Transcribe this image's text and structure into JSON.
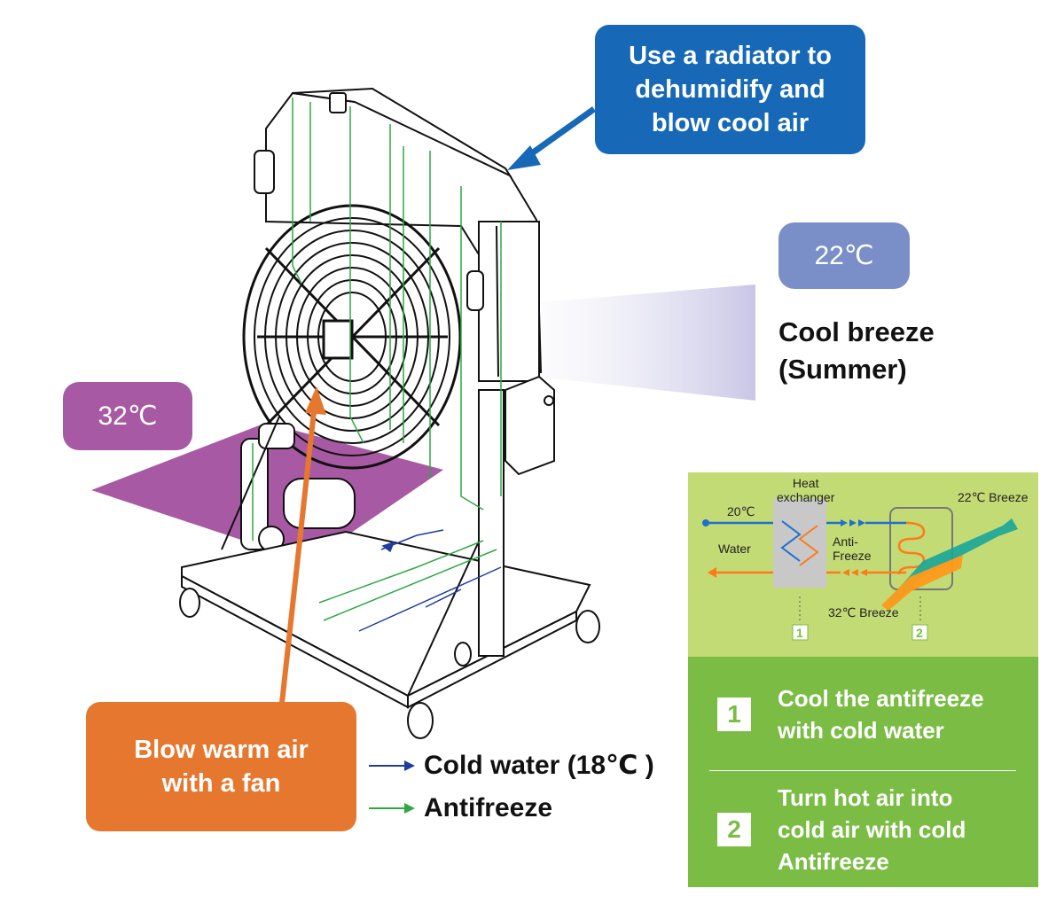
{
  "colors": {
    "cold_water_line": "#1f3c9e",
    "antifreeze_line": "#2fa844",
    "hot_air": "#a75aa3",
    "cool_air": "#c9c6e6",
    "radiator_callout": "#1769b7",
    "fan_callout": "#e6772f",
    "cool_temp_badge": "#7a8ec8",
    "inset_top": "#c3db74",
    "inset_bottom": "#7bbc44"
  },
  "callouts": {
    "radiator": "Use a radiator to\ndehumidify and\nblow cool air",
    "fan": "Blow warm air\nwith a fan"
  },
  "temps": {
    "hot": "32℃",
    "cool": "22℃"
  },
  "cool_breeze_label": "Cool breeze\n(Summer)",
  "legend": {
    "cold_water": "Cold water (18℃ )",
    "antifreeze": "Antifreeze"
  },
  "inset": {
    "heat_exchanger": "Heat\nexchanger",
    "water_temp": "20℃",
    "water": "Water",
    "antifreeze": "Anti-\nFreeze",
    "out_breeze": "22℃ Breeze",
    "in_breeze": "32℃ Breeze",
    "marker_1": "1",
    "marker_2": "2"
  },
  "steps": [
    {
      "num": "1",
      "text": "Cool the antifreeze\nwith cold water"
    },
    {
      "num": "2",
      "text": "Turn hot air into\ncold air with cold\nAntifreeze"
    }
  ]
}
